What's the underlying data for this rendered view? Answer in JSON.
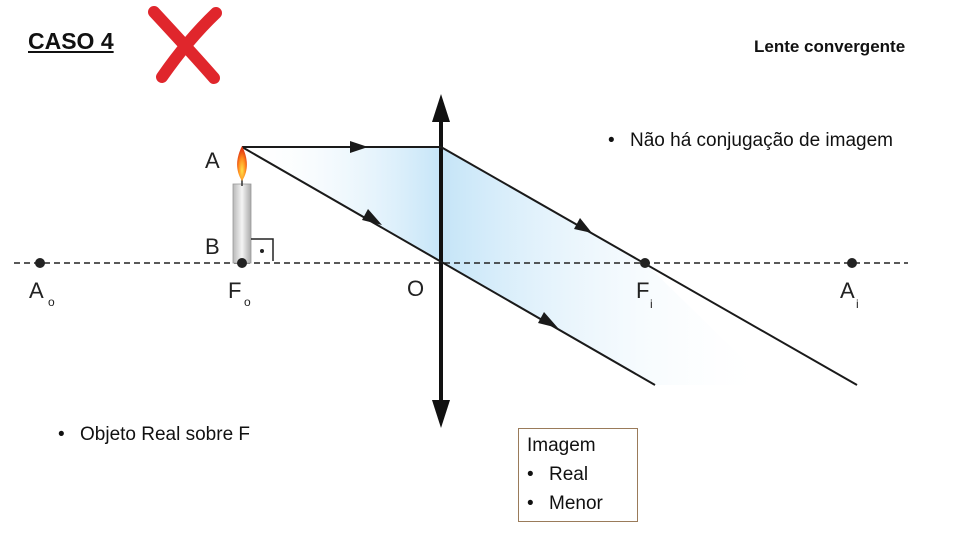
{
  "title": "CASO 4",
  "heading": "Lente convergente",
  "bullets": {
    "right": "Não há conjugação de imagem",
    "left": "Objeto Real sobre F"
  },
  "image_box": {
    "title": "Imagem",
    "items": [
      "Real",
      "Menor"
    ]
  },
  "labels": {
    "A": "A",
    "B": "B",
    "O": "O",
    "Ao": "A",
    "Ao_sub": "o",
    "Fo": "F",
    "Fo_sub": "o",
    "Fi": "F",
    "Fi_sub": "i",
    "Ai": "A",
    "Ai_sub": "i"
  },
  "bullet_glyph": "•",
  "colors": {
    "cross": "#e0262c",
    "ray": "#1a1a1a",
    "beam": "#cfe8f8",
    "box_border": "#9a7b5a"
  }
}
